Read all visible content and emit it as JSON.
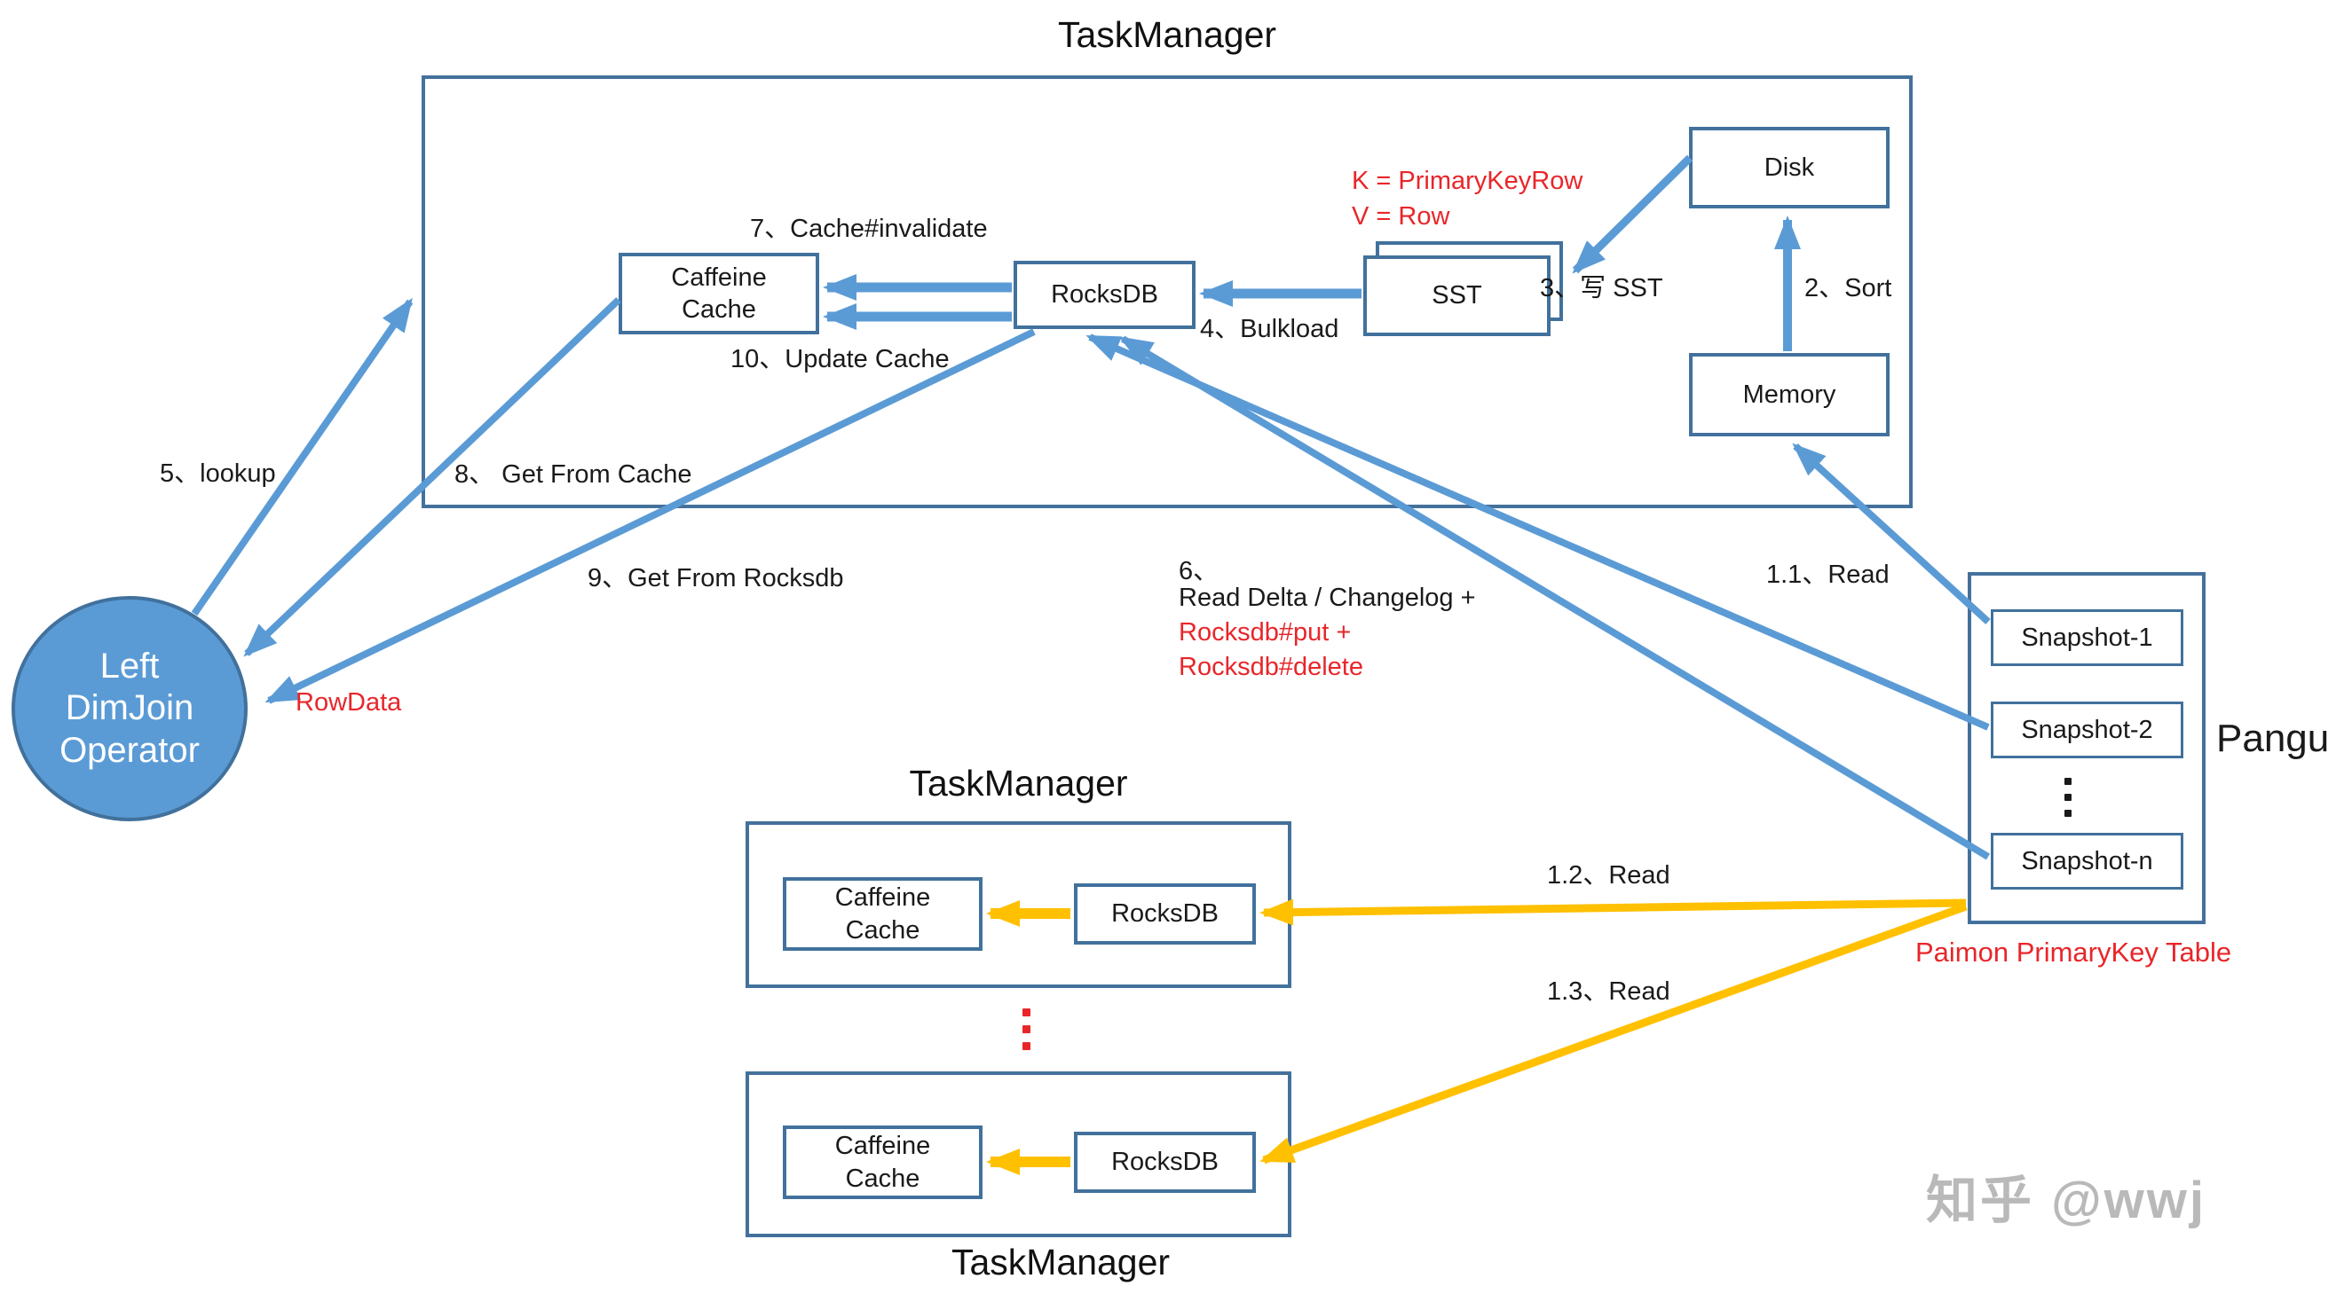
{
  "colors": {
    "arrow_blue": "#5b9bd5",
    "arrow_yellow": "#ffc000",
    "box_border": "#41719c",
    "text_red": "#e8262a",
    "watermark_gray": "#b9b9b9"
  },
  "top_section": {
    "title": "TaskManager",
    "boxes": {
      "caffeine": "Caffeine Cache",
      "rocksdb": "RocksDB",
      "sst": "SST",
      "disk": "Disk",
      "memory": "Memory"
    },
    "labels": {
      "lookup": "5、lookup",
      "get_from_cache": "8、 Get From Cache",
      "get_from_rocksdb": "9、Get From Rocksdb",
      "cache_invalidate": "7、Cache#invalidate",
      "update_cache": "10、Update Cache",
      "bulkload": "4、Bulkload",
      "write_sst": "3、写 SST",
      "sort": "2、Sort",
      "read_1_1": "1.1、Read",
      "kv_key": "K = PrimaryKeyRow",
      "kv_value": "V = Row",
      "read_delta_no": "6、",
      "read_delta_line": "Read Delta / Changelog +",
      "rocksdb_put": "Rocksdb#put +",
      "rocksdb_delete": "Rocksdb#delete"
    }
  },
  "operator": {
    "line1": "Left",
    "line2": "DimJoin",
    "line3": "Operator",
    "row_data": "RowData"
  },
  "pangu": {
    "label": "Pangu",
    "snapshot_1": "Snapshot-1",
    "snapshot_2": "Snapshot-2",
    "snapshot_n": "Snapshot-n",
    "caption": "Paimon PrimaryKey Table"
  },
  "bottom_section": {
    "tm_top": {
      "title": "TaskManager",
      "caffeine": "Caffeine Cache",
      "rocksdb": "RocksDB"
    },
    "tm_bottom": {
      "title": "TaskManager",
      "caffeine": "Caffeine Cache",
      "rocksdb": "RocksDB"
    },
    "read_1_2": "1.2、Read",
    "read_1_3": "1.3、Read"
  },
  "watermark": "知乎 @wwj"
}
